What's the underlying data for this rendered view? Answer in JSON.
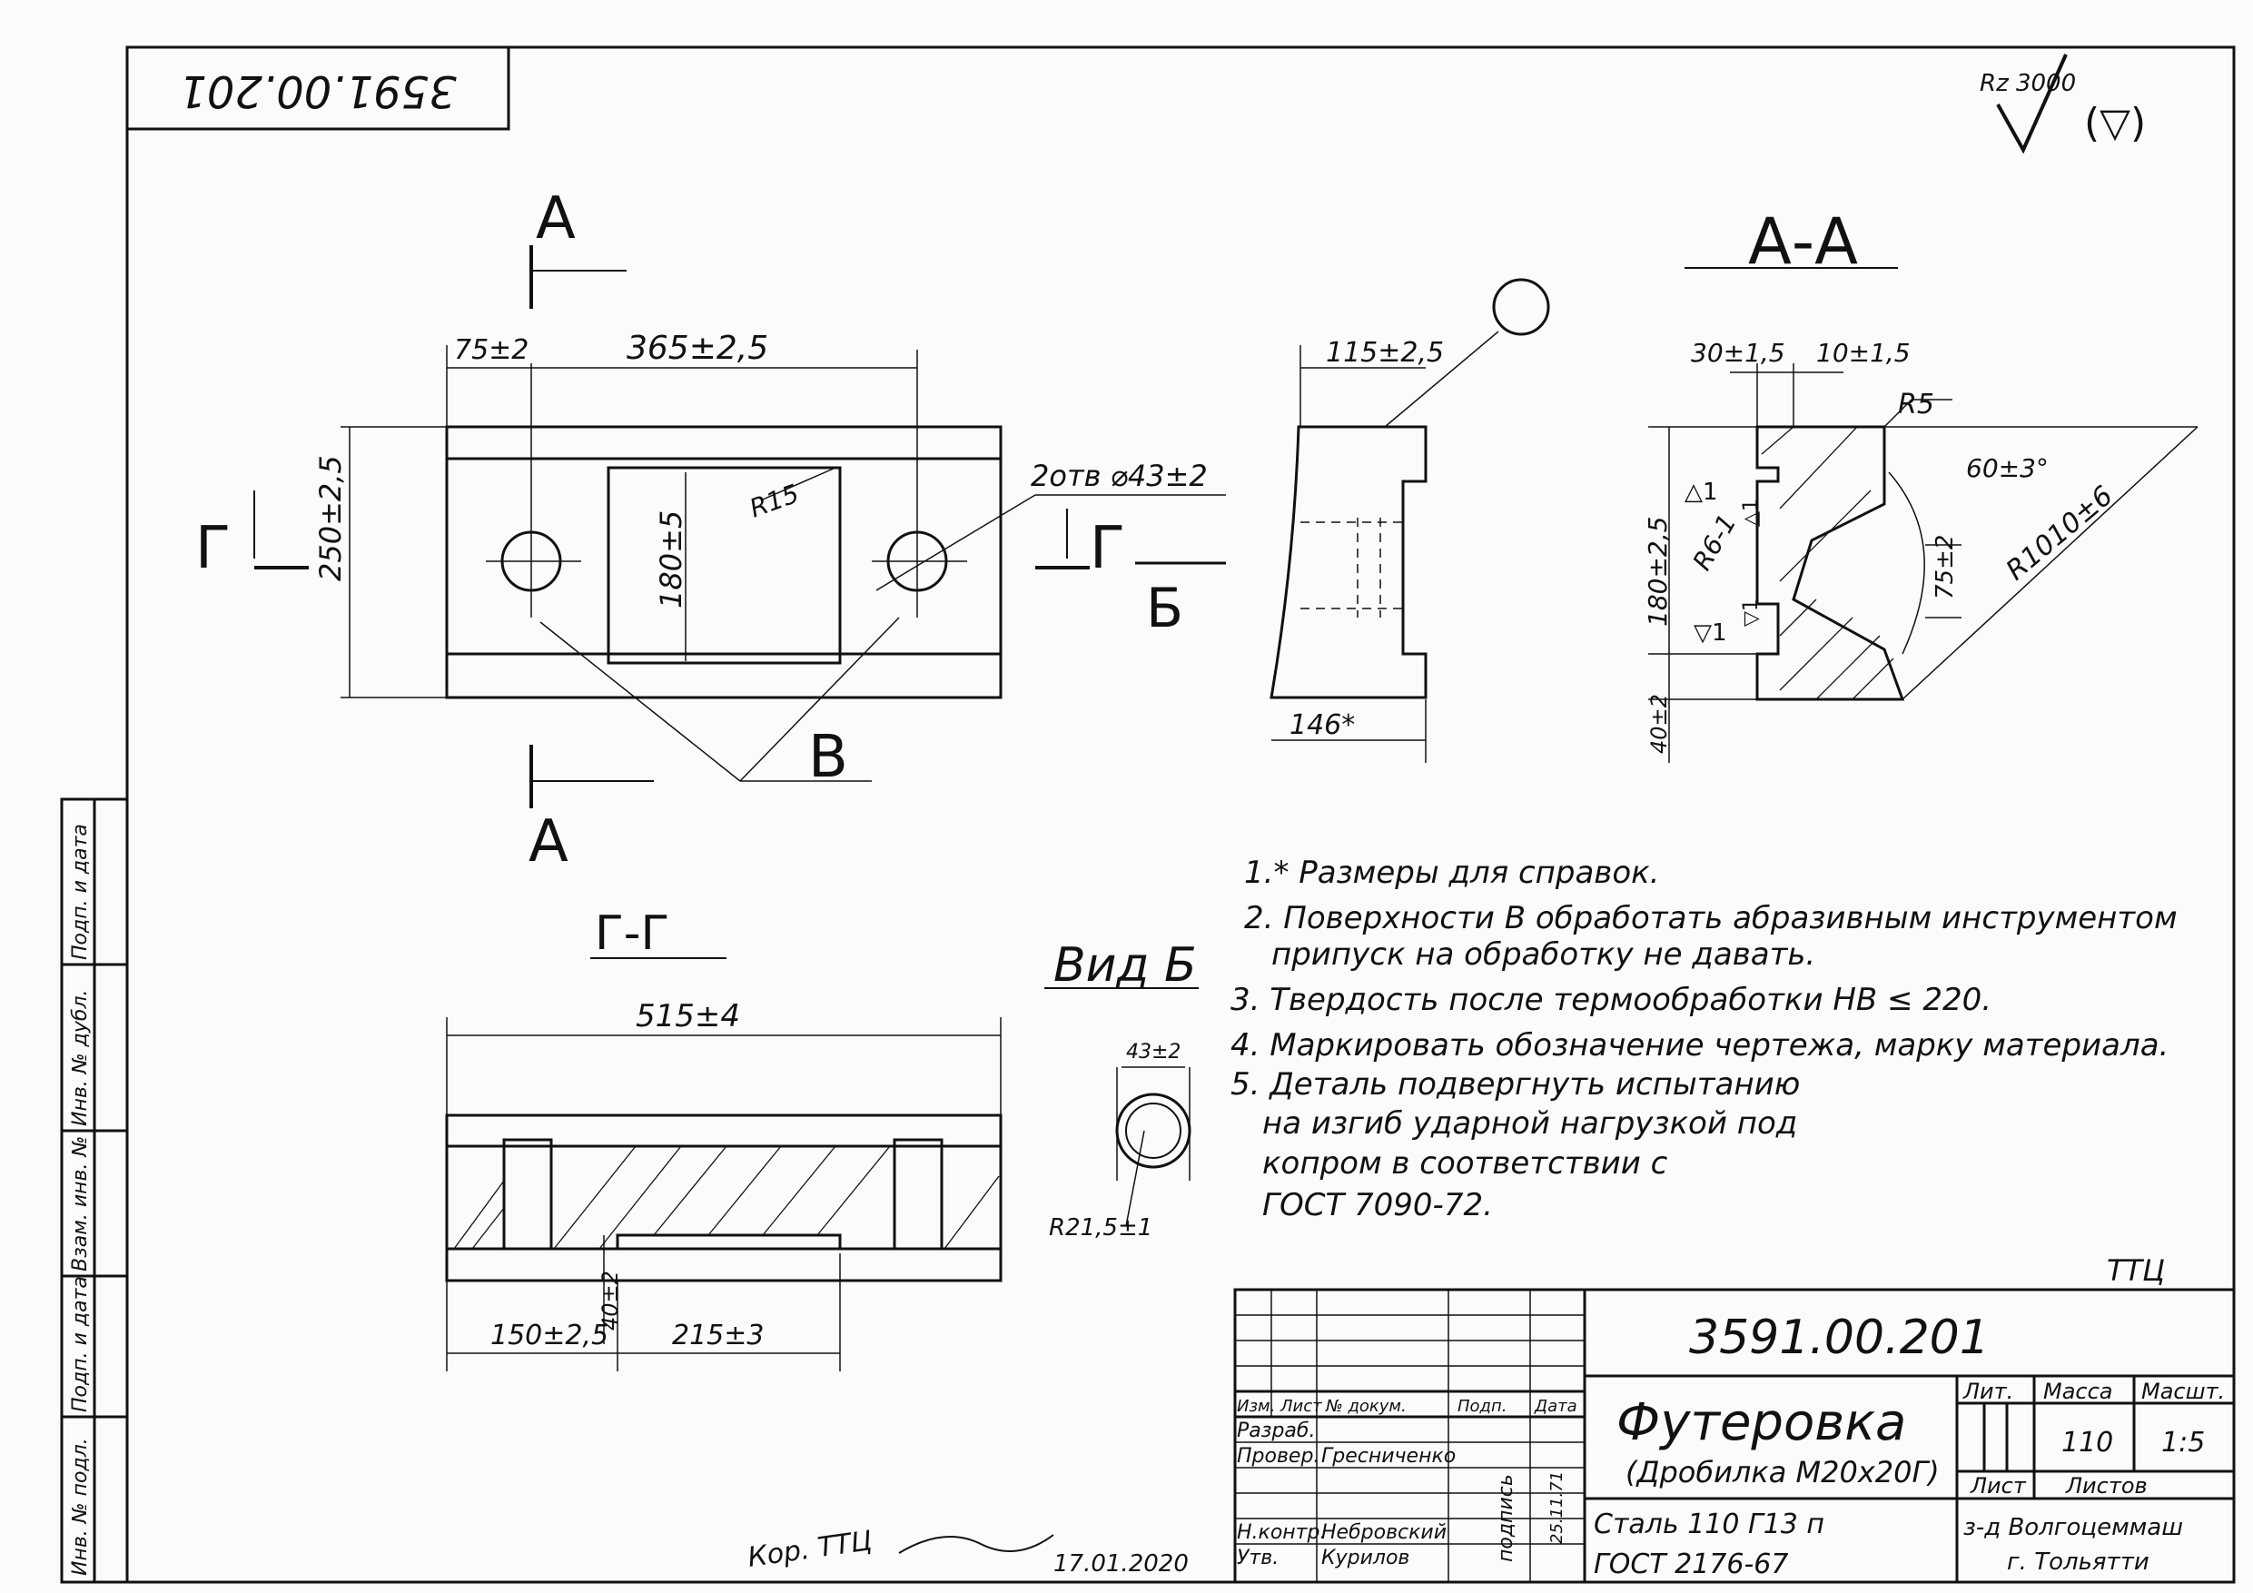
{
  "drawing_number": "3591.00.201",
  "drawing_number_rotated": "3591.00.201",
  "roughness": "Rz 3000",
  "roughness_extra": "(▽)",
  "views": {
    "plan_section_marker_top": "А",
    "plan_section_marker_bottom": "А",
    "section_aa_title": "А-А",
    "section_gg_title": "Г-Г",
    "view_b_title": "Вид Б",
    "marker_g_left": "Г",
    "marker_g_right": "Г",
    "marker_b": "Б",
    "callout_v": "В"
  },
  "dimensions": {
    "d75": "75±2",
    "d365": "365±2,5",
    "d250": "250±2,5",
    "d180": "180±5",
    "r15": "R15",
    "holes": "2отв ⌀43±2",
    "d115": "115±2,5",
    "d146": "146*",
    "d30": "30±1,5",
    "d10": "10±1,5",
    "r5": "R5",
    "r6": "R6-1",
    "d60deg": "60±3°",
    "d75b": "75±2",
    "r1010": "R1010±6",
    "d180b": "180±2,5",
    "d40": "40±2",
    "tri1": "▽1",
    "tri2": "▽1",
    "tri3": "△1",
    "tri4": "△1",
    "d515": "515±4",
    "d150": "150±2,5",
    "d40b": "40±2",
    "d215": "215±3",
    "d43": "43±2",
    "r21": "R21,5±1"
  },
  "notes": [
    "1.* Размеры для справок.",
    "2. Поверхности В обработать абразивным инструментом",
    "припуск на обработку не давать.",
    "3. Твердость после термообработки НВ ≤ 220.",
    "4. Маркировать обозначение чертежа, марку материала.",
    "5. Деталь подвергнуть испытанию",
    "на изгиб ударной нагрузкой под",
    "копром в соответствии с",
    "ГОСТ 7090-72."
  ],
  "ttc": "ТТЦ",
  "title_block": {
    "number": "3591.00.201",
    "name": "Футеровка",
    "subname": "(Дробилка М20х20Г)",
    "material_1": "Сталь 110 Г13 п",
    "material_2": "ГОСТ 2176-67",
    "lit_label": "Лит.",
    "mass_label": "Масса",
    "scale_label": "Масшт.",
    "mass_value": "110",
    "scale_value": "1:5",
    "sheet_label": "Лист",
    "sheets_label": "Листов",
    "org_1": "з-д Волгоцеммаш",
    "org_2": "г. Тольятти",
    "cols": [
      "Изм.",
      "Лист",
      "№ докум.",
      "Подп.",
      "Дата"
    ],
    "rows": [
      {
        "role": "Разраб.",
        "name": ""
      },
      {
        "role": "Провер.",
        "name": "Гресниченко"
      },
      {
        "role": "Н.контр.",
        "name": "Небровский"
      },
      {
        "role": "Утв.",
        "name": "Курилов"
      }
    ],
    "stamp_sign": "подпись",
    "stamp_date": "25.11.71"
  },
  "margin_labels": [
    "Инв. № подл.",
    "Подп. и дата",
    "Взам. инв. №",
    "Инв. № дубл.",
    "Подп. и дата"
  ],
  "handwritten_footer": "Кор. ТТЦ",
  "handwritten_date": "17.01.2020"
}
